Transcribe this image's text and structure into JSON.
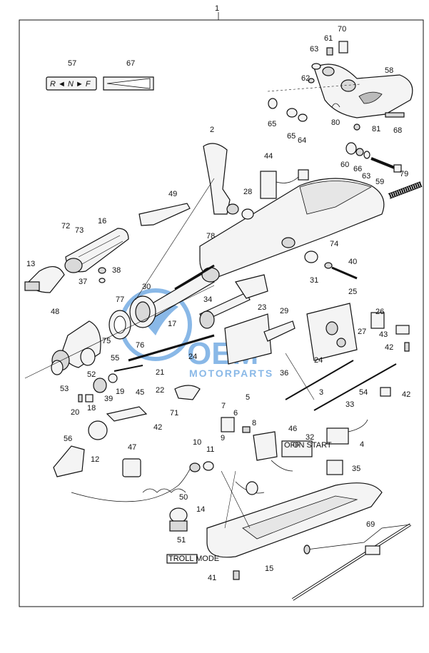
{
  "assembly_label": "1",
  "callouts": [
    {
      "id": "57"
    },
    {
      "id": "67"
    },
    {
      "id": "61"
    },
    {
      "id": "70"
    },
    {
      "id": "63a",
      "text": "63"
    },
    {
      "id": "62"
    },
    {
      "id": "58"
    },
    {
      "id": "65a",
      "text": "65"
    },
    {
      "id": "65b",
      "text": "65"
    },
    {
      "id": "64"
    },
    {
      "id": "80"
    },
    {
      "id": "81"
    },
    {
      "id": "68"
    },
    {
      "id": "60"
    },
    {
      "id": "66"
    },
    {
      "id": "63b",
      "text": "63"
    },
    {
      "id": "59"
    },
    {
      "id": "79"
    },
    {
      "id": "2"
    },
    {
      "id": "44"
    },
    {
      "id": "49"
    },
    {
      "id": "28"
    },
    {
      "id": "16"
    },
    {
      "id": "72"
    },
    {
      "id": "73"
    },
    {
      "id": "78"
    },
    {
      "id": "74"
    },
    {
      "id": "13"
    },
    {
      "id": "38"
    },
    {
      "id": "37"
    },
    {
      "id": "40"
    },
    {
      "id": "31"
    },
    {
      "id": "48"
    },
    {
      "id": "30"
    },
    {
      "id": "77"
    },
    {
      "id": "34"
    },
    {
      "id": "25"
    },
    {
      "id": "23"
    },
    {
      "id": "29"
    },
    {
      "id": "26"
    },
    {
      "id": "17"
    },
    {
      "id": "27"
    },
    {
      "id": "75"
    },
    {
      "id": "76"
    },
    {
      "id": "43"
    },
    {
      "id": "55"
    },
    {
      "id": "42a",
      "text": "42"
    },
    {
      "id": "24a",
      "text": "24"
    },
    {
      "id": "24b",
      "text": "24"
    },
    {
      "id": "52"
    },
    {
      "id": "21"
    },
    {
      "id": "36"
    },
    {
      "id": "53"
    },
    {
      "id": "19"
    },
    {
      "id": "39"
    },
    {
      "id": "3"
    },
    {
      "id": "33"
    },
    {
      "id": "54"
    },
    {
      "id": "42b",
      "text": "42"
    },
    {
      "id": "22"
    },
    {
      "id": "45"
    },
    {
      "id": "5"
    },
    {
      "id": "18"
    },
    {
      "id": "20"
    },
    {
      "id": "71"
    },
    {
      "id": "7"
    },
    {
      "id": "6"
    },
    {
      "id": "8"
    },
    {
      "id": "32"
    },
    {
      "id": "42c",
      "text": "42"
    },
    {
      "id": "46"
    },
    {
      "id": "56"
    },
    {
      "id": "9"
    },
    {
      "id": "12"
    },
    {
      "id": "47"
    },
    {
      "id": "10"
    },
    {
      "id": "11"
    },
    {
      "id": "4"
    },
    {
      "id": "35"
    },
    {
      "id": "50"
    },
    {
      "id": "14"
    },
    {
      "id": "69"
    },
    {
      "id": "51"
    },
    {
      "id": "15"
    },
    {
      "id": "41"
    }
  ],
  "decals": {
    "shift_decal": "R ◄ N ► F",
    "switch_label_off": "OFF",
    "switch_label_on_start": "ON START",
    "troll_mode": "TROLL MODE"
  },
  "watermark": {
    "brand": "OEM",
    "sub": "MOTORPARTS",
    "color": "#2a7fd4"
  }
}
